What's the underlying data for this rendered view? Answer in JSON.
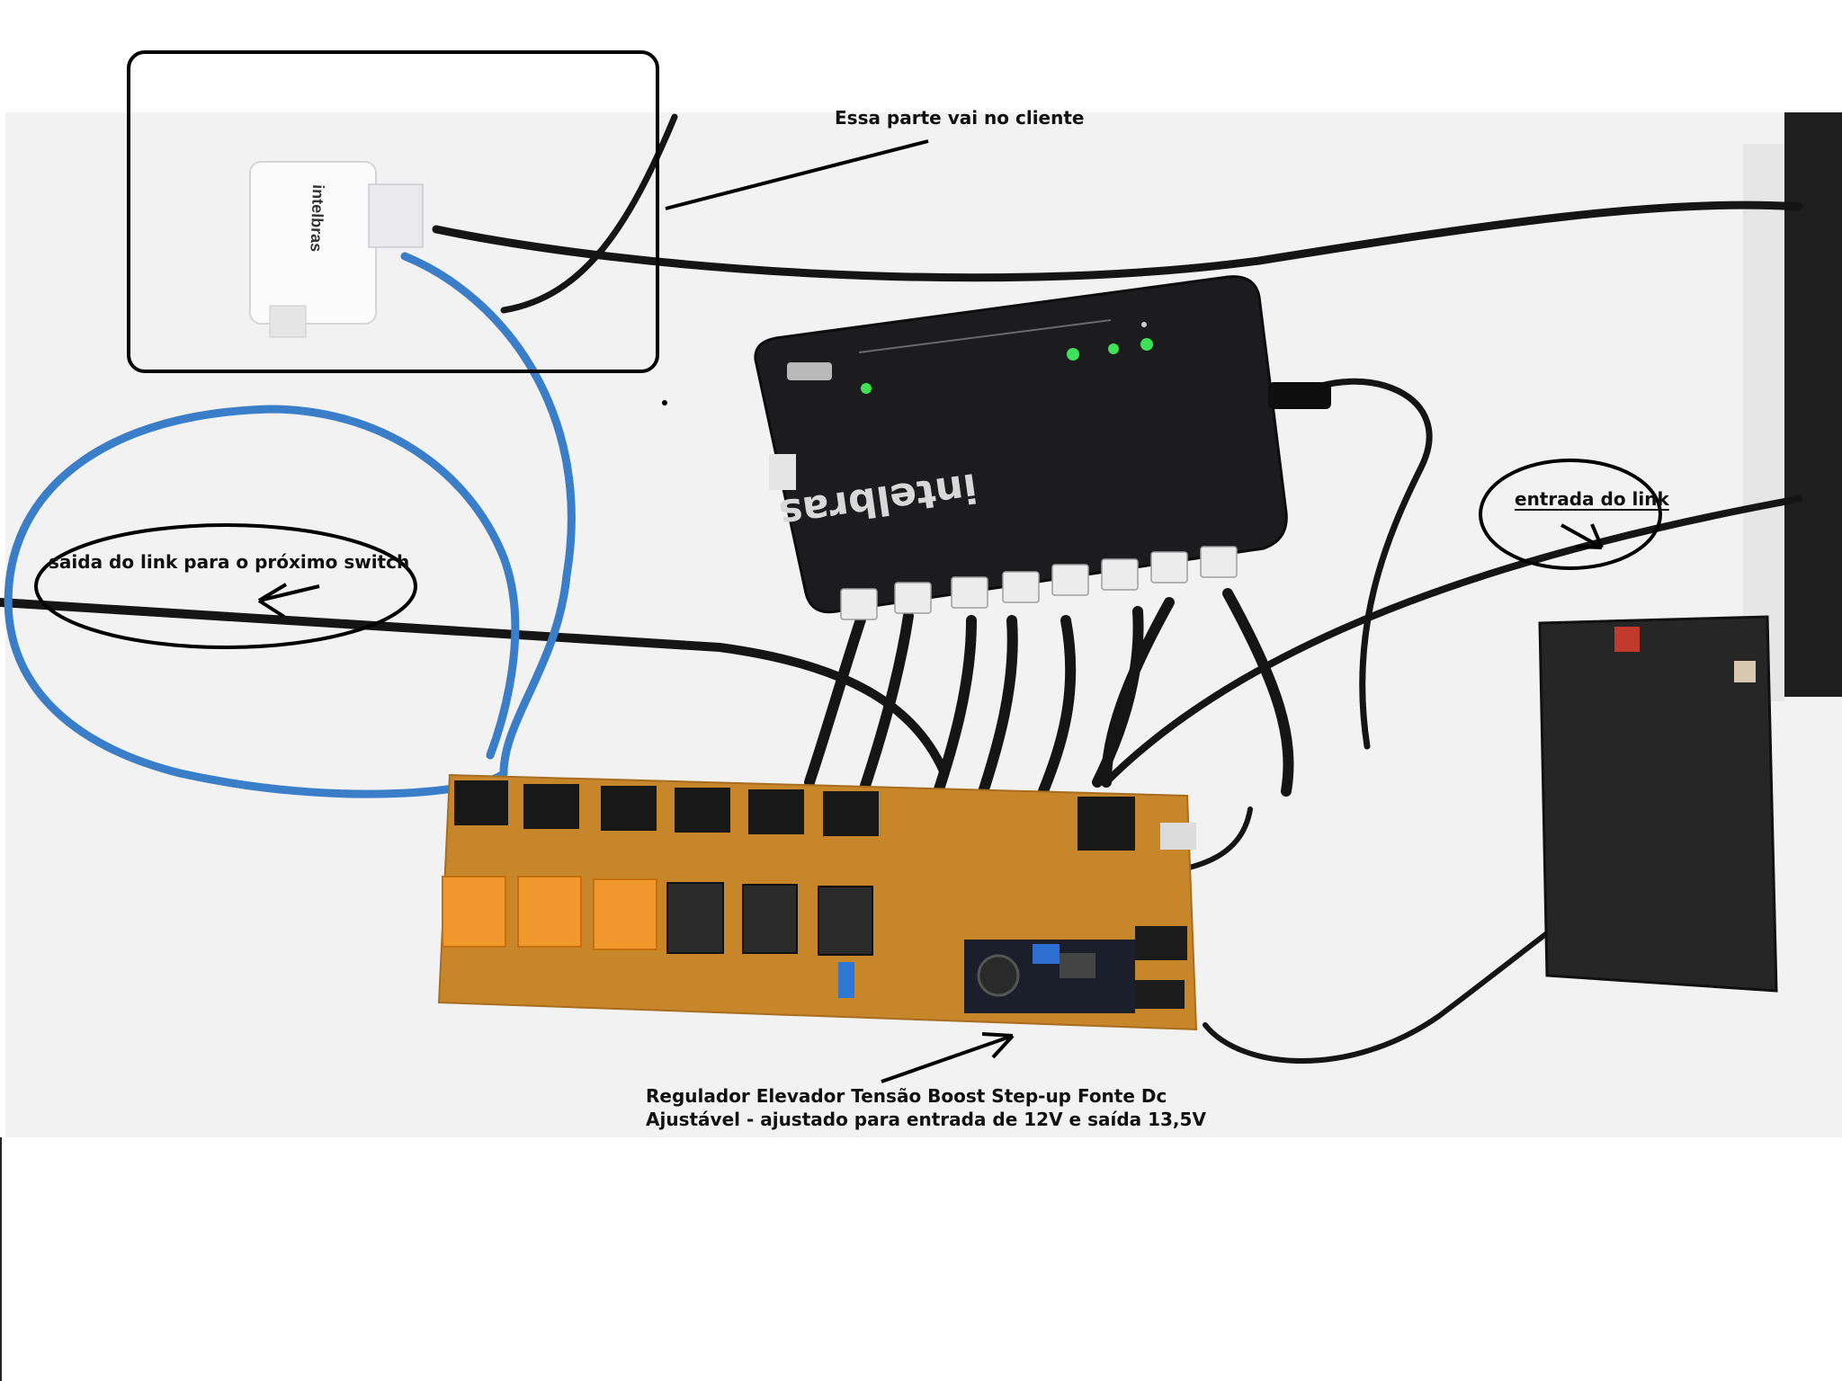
{
  "annotations": {
    "client_label": "Essa parte vai no cliente",
    "link_out_label": "saida do link para o próximo switch",
    "link_in_label": "entrada do link",
    "regulator_line1": "Regulador Elevador Tensão Boost Step-up Fonte Dc",
    "regulator_line2": "Ajustável - ajustado para entrada de 12V e saída 13,5V"
  },
  "devices": {
    "switch_brand": "intelbras",
    "adapter_brand": "intelbras"
  },
  "colors": {
    "wall": "#f3f3f3",
    "pcb": "#c8862a",
    "switch_body": "#1c1c1e",
    "cable_black": "#161616",
    "cable_blue": "#3a7ec9",
    "relay_orange": "#f0982c",
    "battery": "#262626",
    "status_led": "#3fe05a"
  }
}
